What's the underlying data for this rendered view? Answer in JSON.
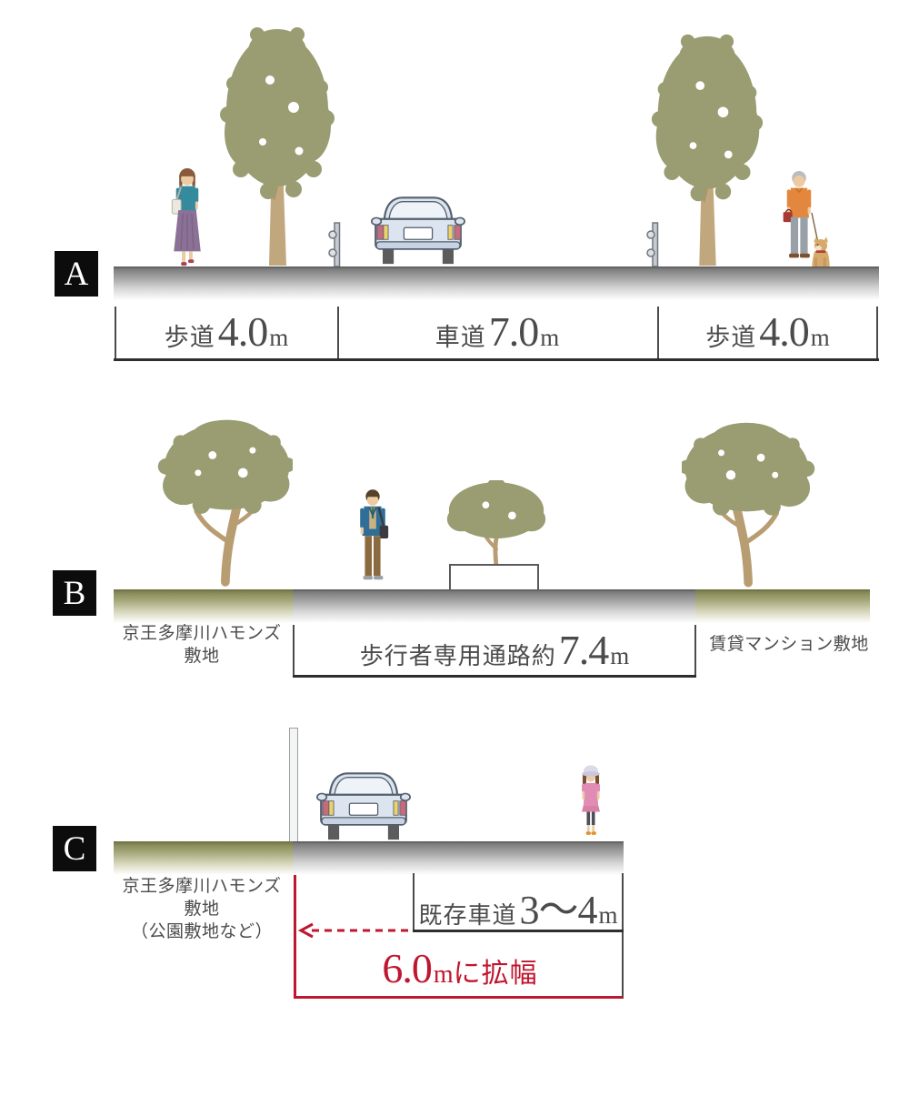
{
  "colors": {
    "text": "#4b4b4b",
    "accent_red": "#c01730",
    "line_dark": "#2e2e2e",
    "panel_black": "#0c0c0c",
    "panel_letter_color": "#ffffff",
    "foliage_olive": "#9a9c72",
    "trunk_tan": "#c1a77d",
    "road_gray": "#8a8a8a",
    "grass_olive": "#7e8150"
  },
  "illustrations": [
    "street-tree",
    "pedestrian-woman",
    "guardrail-post",
    "car-rear",
    "elderly-man",
    "dog",
    "businessman",
    "planter-shrub",
    "boundary-pole",
    "girl"
  ],
  "sections": {
    "a": {
      "panel_letter": "A",
      "dims": [
        {
          "prefix": "歩道",
          "value": "4.0",
          "unit": "m"
        },
        {
          "prefix": "車道",
          "value": "7.0",
          "unit": "m"
        },
        {
          "prefix": "歩道",
          "value": "4.0",
          "unit": "m"
        }
      ]
    },
    "b": {
      "panel_letter": "B",
      "left_site": {
        "line1": "京王多摩川ハモンズ",
        "line2": "敷地"
      },
      "walkway": {
        "prefix": "歩行者専用通路約",
        "value": "7.4",
        "unit": "m"
      },
      "right_site": "賃貸マンション敷地"
    },
    "c": {
      "panel_letter": "C",
      "left_site": {
        "line1": "京王多摩川ハモンズ",
        "line2": "敷地",
        "line3": "（公園敷地など）"
      },
      "existing_road": {
        "prefix": "既存車道",
        "value": "3〜4",
        "unit": "m"
      },
      "widening": {
        "value": "6.0",
        "unit": "m",
        "suffix": "に拡幅"
      }
    }
  }
}
